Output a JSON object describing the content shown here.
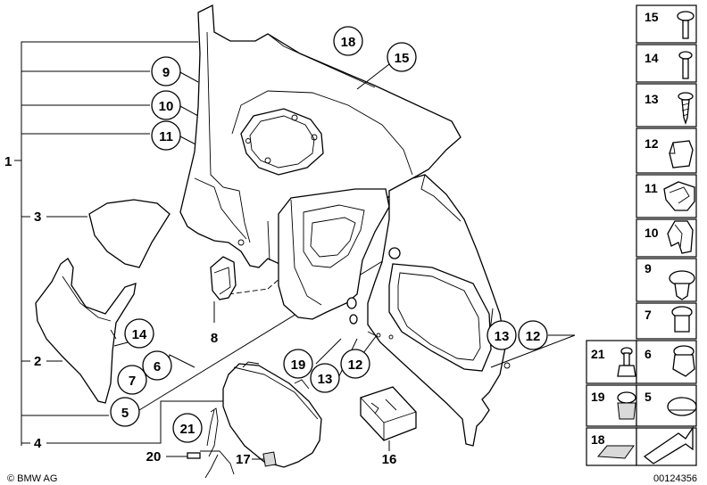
{
  "diagram": {
    "copyright": "© BMW AG",
    "drawing_number": "00124356",
    "bracket_labels": [
      "1",
      "2",
      "3",
      "4"
    ],
    "callouts": [
      "18",
      "15",
      "9",
      "10",
      "11",
      "14",
      "7",
      "6",
      "5",
      "8",
      "19",
      "12",
      "13",
      "13",
      "12",
      "21"
    ],
    "part_labels": [
      "17",
      "16",
      "20"
    ],
    "legend": [
      "15",
      "14",
      "13",
      "12",
      "11",
      "10",
      "9",
      "7",
      "21",
      "6",
      "19",
      "5",
      "18"
    ]
  }
}
